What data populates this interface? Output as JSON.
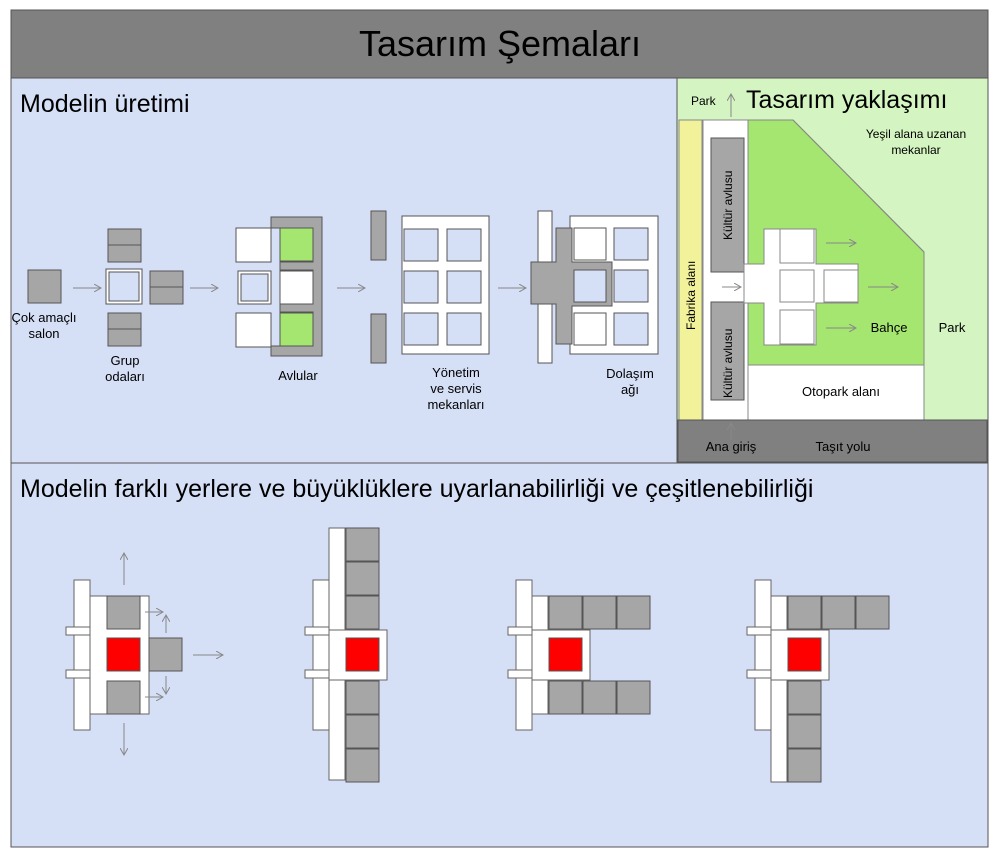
{
  "header": {
    "title": "Tasarım Şemaları"
  },
  "production": {
    "heading": "Modelin üretimi",
    "step1_label_line1": "Çok amaçlı",
    "step1_label_line2": "salon",
    "step2_label_line1": "Grup",
    "step2_label_line2": "odaları",
    "step3_label": "Avlular",
    "step4_label_line1": "Yönetim",
    "step4_label_line2": "ve servis",
    "step4_label_line3": "mekanları",
    "step5_label_line1": "Dolaşım",
    "step5_label_line2": "ağı"
  },
  "approach": {
    "heading": "Tasarım yaklaşımı",
    "park_top": "Park",
    "green_spaces_line1": "Yeşil alana uzanan",
    "green_spaces_line2": "mekanlar",
    "factory_area": "Fabrika alanı",
    "culture_yard_top": "Kültür avlusu",
    "culture_yard_bottom": "Kültür avlusu",
    "garden": "Bahçe",
    "park_right": "Park",
    "parking": "Otopark alanı",
    "main_entrance": "Ana giriş",
    "vehicle_road": "Taşıt yolu"
  },
  "adaptability": {
    "heading": "Modelin farklı yerlere ve büyüklüklere uyarlanabilirliği ve çeşitlenebilirliği"
  },
  "colors": {
    "header_bg": "#808080",
    "panel_bg": "#d5dff6",
    "gray_block": "#a6a6a6",
    "courtyard_green": "#a4e66f",
    "light_green": "#d4f4c1",
    "factory_yellow": "#f2f29a",
    "core_red": "#ff0000",
    "road_gray": "#808080"
  }
}
